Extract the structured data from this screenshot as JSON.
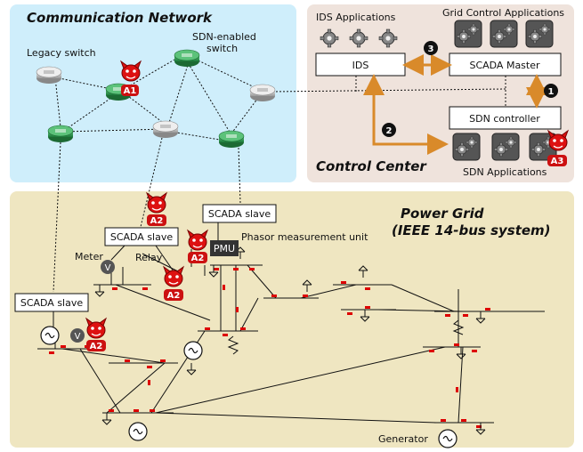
{
  "comm": {
    "title": "Communication Network",
    "legacy": "Legacy switch",
    "sdn1": "SDN-enabled",
    "sdn2": "switch"
  },
  "cc": {
    "title": "Control Center",
    "ids_apps": "IDS Applications",
    "grid_apps": "Grid Control Applications",
    "ids": "IDS",
    "scada_master": "SCADA Master",
    "sdn_ctrl": "SDN controller",
    "sdn_apps": "SDN Applications"
  },
  "steps": {
    "s1": "1",
    "s2": "2",
    "s3": "3"
  },
  "grid": {
    "title1": "Power Grid",
    "title2": "(IEEE 14-bus system)",
    "scada_slave": "SCADA slave",
    "pmu": "PMU",
    "pmu_label": "Phasor measurement unit",
    "meter": "Meter",
    "relay": "Relay",
    "generator": "Generator",
    "v": "V"
  },
  "attackers": {
    "a1": "A1",
    "a2": "A2",
    "a3": "A3"
  },
  "colors": {
    "comm_bg": "#cfeefb",
    "cc_bg": "#efe3dc",
    "grid_bg": "#efe6c1",
    "accent": "#d98a2a",
    "attack": "#cc1111"
  }
}
